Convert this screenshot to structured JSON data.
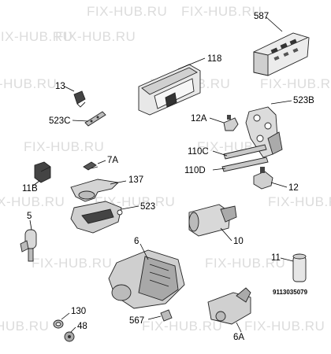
{
  "diagram": {
    "watermark": "FIX-HUB.RU",
    "part_numbers": {
      "p587": "587",
      "p118": "118",
      "p13": "13",
      "p523C": "523C",
      "p523B": "523B",
      "p12A": "12A",
      "p110C": "110C",
      "p110D": "110D",
      "p7A": "7A",
      "p137": "137",
      "p11B": "11B",
      "p12": "12",
      "p5": "5",
      "p523": "523",
      "p10": "10",
      "p6": "6",
      "p11": "11",
      "p130": "130",
      "p48": "48",
      "p567": "567",
      "p6A": "6A"
    },
    "reference_code": "9113035079"
  }
}
